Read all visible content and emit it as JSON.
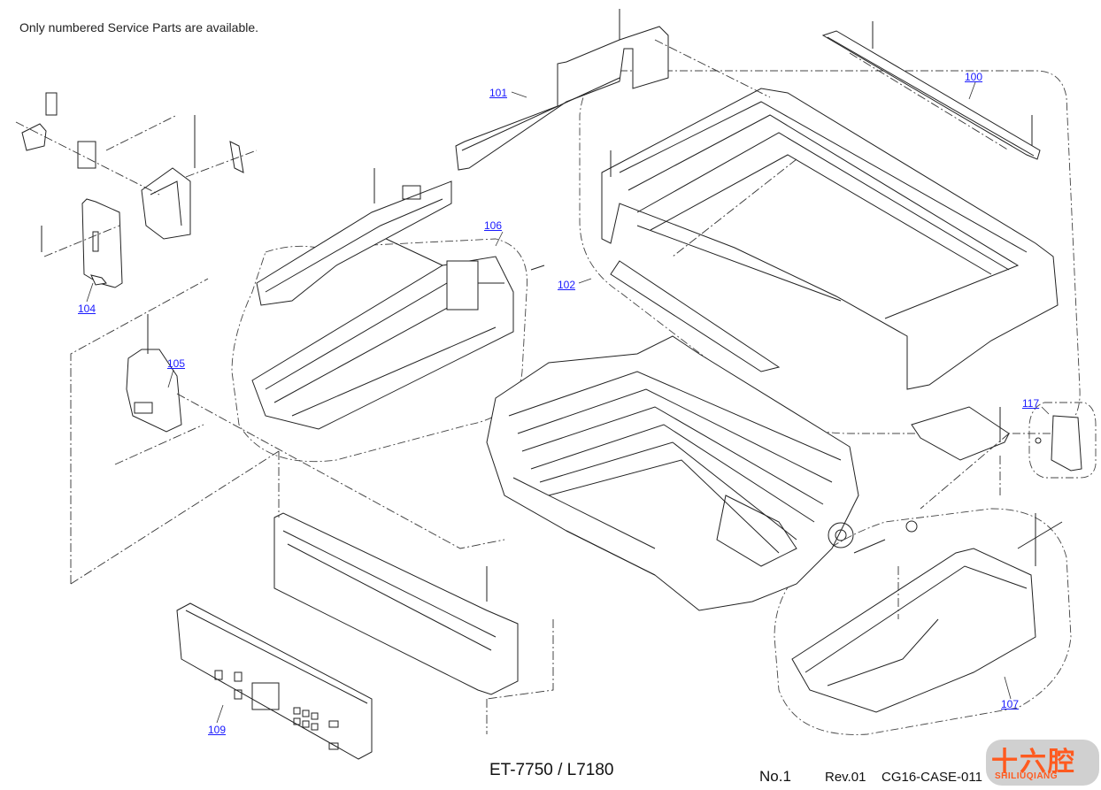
{
  "header": {
    "note": "Only numbered Service Parts are available."
  },
  "callouts": [
    {
      "id": "100",
      "label": "100"
    },
    {
      "id": "101",
      "label": "101"
    },
    {
      "id": "102",
      "label": "102"
    },
    {
      "id": "104",
      "label": "104"
    },
    {
      "id": "105",
      "label": "105"
    },
    {
      "id": "106",
      "label": "106"
    },
    {
      "id": "107",
      "label": "107"
    },
    {
      "id": "109",
      "label": "109"
    },
    {
      "id": "117",
      "label": "117"
    }
  ],
  "footer": {
    "model": "ET-7750 / L7180",
    "page_no": "No.1",
    "revision": "Rev.01",
    "code": "CG16-CASE-011"
  },
  "watermark": {
    "cn": "十六腔",
    "en": "SHILIUQIANG"
  },
  "colors": {
    "link": "#1a1aff",
    "watermark": "#ff5a1f",
    "line": "#222222"
  }
}
